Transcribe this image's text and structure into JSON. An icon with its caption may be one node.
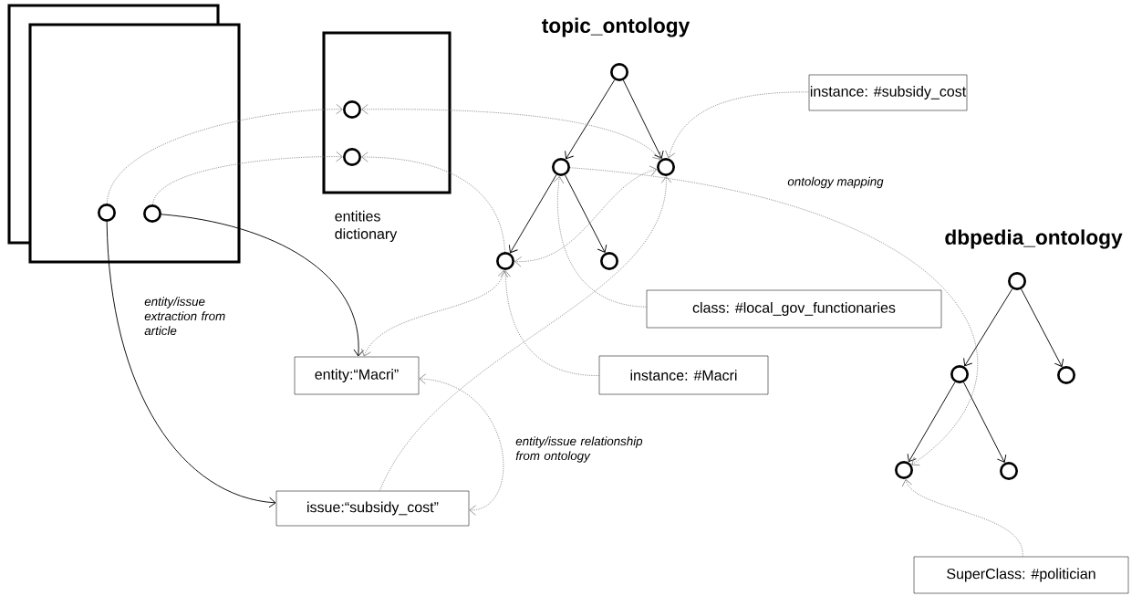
{
  "diagram": {
    "nodes": [
      {
        "text": [],
        "shape": "box"
      },
      {
        "text": [],
        "shape": "circle",
        "in": 0
      },
      {
        "text": [],
        "shape": "circle",
        "in": 0
      },
      {
        "text": [],
        "shape": "box",
        "beside": [
          "entities dictionary"
        ]
      },
      {
        "text": [],
        "shape": "circle",
        "in": 3
      },
      {
        "text": [],
        "shape": "circle",
        "in": 3
      },
      {
        "text": [],
        "shape": "circle"
      },
      {
        "text": [],
        "shape": "circle"
      },
      {
        "text": [],
        "shape": "circle"
      },
      {
        "text": [],
        "shape": "circle"
      },
      {
        "text": [],
        "shape": "circle"
      },
      {
        "text": [
          "instance: #subsidy_cost"
        ]
      },
      {
        "text": [
          "class: #local_gov_functionaries"
        ]
      },
      {
        "text": [
          "instance: #Macri"
        ]
      },
      {
        "text": [
          "entity:“Macri”"
        ]
      },
      {
        "text": [
          "issue:“subsidy_cost”"
        ]
      },
      {
        "text": [],
        "shape": "circle"
      },
      {
        "text": [],
        "shape": "circle"
      },
      {
        "text": [],
        "shape": "circle"
      },
      {
        "text": [],
        "shape": "circle"
      },
      {
        "text": [],
        "shape": "circle"
      },
      {
        "text": [
          "SuperClass: #politician"
        ]
      }
    ],
    "edges": [
      {
        "from": 6,
        "to": 7,
        "arrow": "to",
        "color": "#000000"
      },
      {
        "from": 6,
        "to": 8,
        "arrow": "to",
        "color": "#000000"
      },
      {
        "from": 7,
        "to": 9,
        "arrow": "to",
        "color": "#000000"
      },
      {
        "from": 7,
        "to": 10,
        "arrow": "to",
        "color": "#000000"
      },
      {
        "from": 16,
        "to": 17,
        "arrow": "to",
        "color": "#000000"
      },
      {
        "from": 16,
        "to": 18,
        "arrow": "to",
        "color": "#000000"
      },
      {
        "from": 17,
        "to": 19,
        "arrow": "to",
        "color": "#000000"
      },
      {
        "from": 17,
        "to": 20,
        "arrow": "to",
        "color": "#000000"
      },
      {
        "from": 2,
        "to": 14,
        "arrow": "to",
        "color": "#000000"
      },
      {
        "from": 1,
        "to": 15,
        "arrow": "to",
        "color": "#000000"
      },
      {
        "from": 1,
        "to": 4,
        "arrow": "to",
        "style": "dashed"
      },
      {
        "from": 2,
        "to": 5,
        "arrow": "to",
        "style": "dashed"
      },
      {
        "from": 4,
        "to": 8,
        "arrow": "both",
        "style": "dashed"
      },
      {
        "from": 9,
        "to": 5,
        "arrow": "to",
        "style": "dashed"
      },
      {
        "from": 8,
        "to": 9,
        "arrow": "both",
        "style": "dashed"
      },
      {
        "from": 9,
        "to": 14,
        "arrow": "both",
        "style": "dashed"
      },
      {
        "from": 13,
        "to": 9,
        "arrow": "to",
        "style": "dashed"
      },
      {
        "from": 12,
        "to": 7,
        "arrow": "to",
        "style": "dashed"
      },
      {
        "from": 15,
        "to": 8,
        "arrow": "to",
        "style": "dashed"
      },
      {
        "from": 14,
        "to": 15,
        "arrow": "both",
        "style": "dashed"
      },
      {
        "from": 11,
        "to": 8,
        "arrow": "to",
        "style": "dashed"
      },
      {
        "from": 7,
        "to": 19,
        "arrow": "to",
        "style": "dashed"
      },
      {
        "from": 21,
        "to": 19,
        "arrow": "to",
        "style": "dashed"
      }
    ],
    "labels": [
      "topic_ontology",
      "entity/issue extraction from article",
      "ontology mapping",
      "dbpedia_ontology",
      "entity/issue relationship from ontology"
    ]
  }
}
